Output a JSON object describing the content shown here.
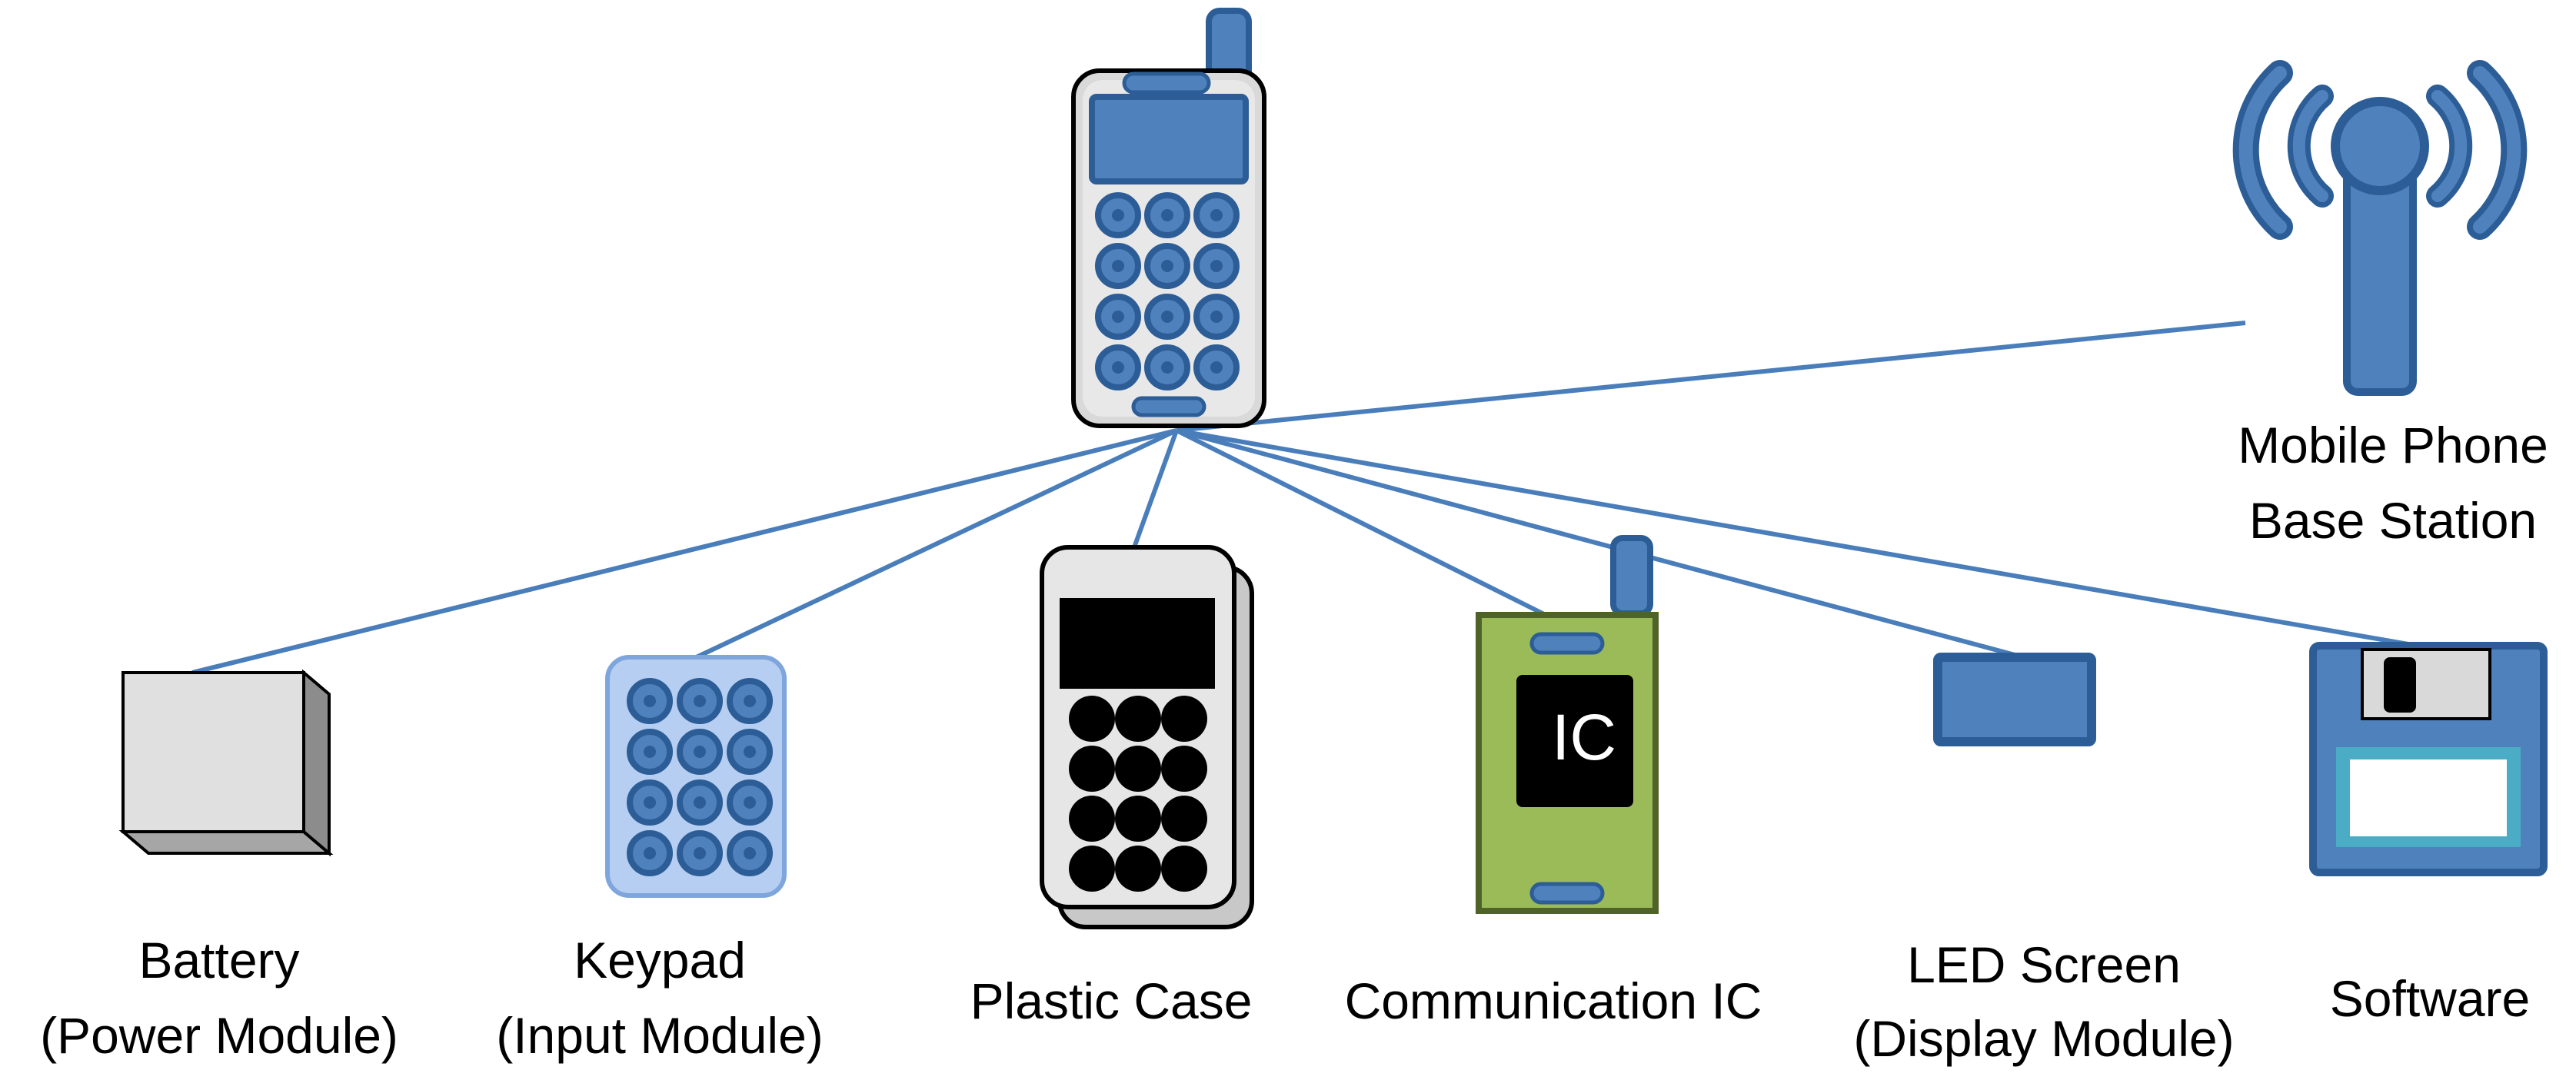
{
  "colors": {
    "connector": "#4a7ebb",
    "blue_fill": "#4f81bd",
    "blue_dark": "#2c5d96",
    "silver_light": "#f2f2f2",
    "silver_dark": "#a6a6a6",
    "keypad_light": "#dbe8fb",
    "keypad_mid": "#9dbce9",
    "green_board": "#9bbb59",
    "green_dark": "#4f6228",
    "black": "#000000",
    "floppy_label": "#4bacc6"
  },
  "nodes": {
    "phone": {
      "icon": "mobile-phone-icon"
    },
    "base_station": {
      "icon": "radio-tower-icon",
      "label_line1": "Mobile Phone",
      "label_line2": "Base Station"
    },
    "battery": {
      "icon": "battery-box-icon",
      "label_line1": "Battery",
      "label_line2": "(Power Module)"
    },
    "keypad": {
      "icon": "keypad-icon",
      "label_line1": "Keypad",
      "label_line2": "(Input Module)"
    },
    "plastic_case": {
      "icon": "plastic-case-icon",
      "label_line1": "Plastic Case"
    },
    "comm_ic": {
      "icon": "communication-ic-icon",
      "chip_text": "IC",
      "label_line1": "Communication IC"
    },
    "led_screen": {
      "icon": "led-screen-icon",
      "label_line1": "LED Screen",
      "label_line2": "(Display Module)"
    },
    "software": {
      "icon": "floppy-disk-icon",
      "label_line1": "Software"
    }
  }
}
